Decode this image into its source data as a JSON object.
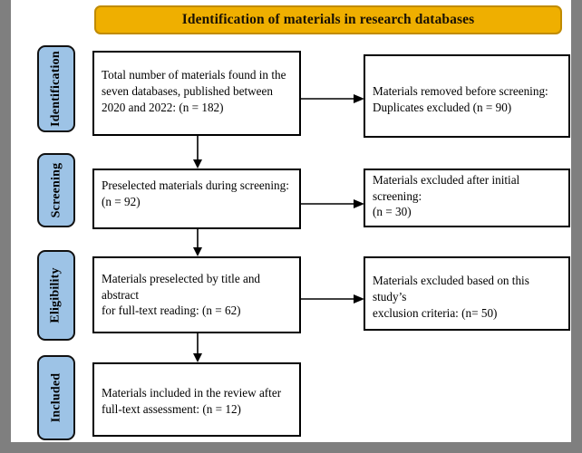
{
  "diagram": {
    "title": "Identification of materials in research databases",
    "colors": {
      "banner_fill": "#efaf00",
      "banner_border": "#c08b00",
      "stage_fill": "#9dc3e6",
      "stage_border": "#111111",
      "box_border": "#000000",
      "frame": "#7f7f7f",
      "canvas": "#ffffff"
    },
    "stages": [
      {
        "label": "Identification"
      },
      {
        "label": "Screening"
      },
      {
        "label": "Eligibility"
      },
      {
        "label": "Included"
      }
    ],
    "flow_boxes": {
      "left": [
        {
          "id": "records-identified",
          "lines": [
            "Total number of materials found in the",
            "seven databases, published between",
            "2020 and 2022: (n = 182)"
          ]
        },
        {
          "id": "records-screened",
          "lines": [
            "Preselected materials during screening:",
            "(n = 92)"
          ]
        },
        {
          "id": "records-full-text",
          "lines": [
            "Materials preselected by title and abstract",
            "for full-text reading: (n = 62)"
          ]
        },
        {
          "id": "records-included",
          "lines": [
            "Materials included in the review after",
            "full-text assessment: (n = 12)"
          ]
        }
      ],
      "right": [
        {
          "id": "records-removed",
          "lines": [
            "Materials removed before screening:",
            "Duplicates excluded (n = 90)"
          ]
        },
        {
          "id": "records-excluded-screening",
          "lines": [
            "Materials excluded after initial screening:",
            "(n = 30)"
          ]
        },
        {
          "id": "records-excluded-eligibility",
          "lines": [
            "Materials excluded based on this study’s",
            "exclusion criteria: (n= 50)"
          ]
        }
      ]
    },
    "connectors": [
      {
        "id": "identification-to-screening",
        "direction": "down"
      },
      {
        "id": "screening-to-eligibility",
        "direction": "down"
      },
      {
        "id": "eligibility-to-included",
        "direction": "down"
      },
      {
        "id": "identification-to-removed",
        "direction": "right"
      },
      {
        "id": "screening-to-excluded",
        "direction": "right"
      },
      {
        "id": "eligibility-to-excluded",
        "direction": "right"
      }
    ]
  }
}
